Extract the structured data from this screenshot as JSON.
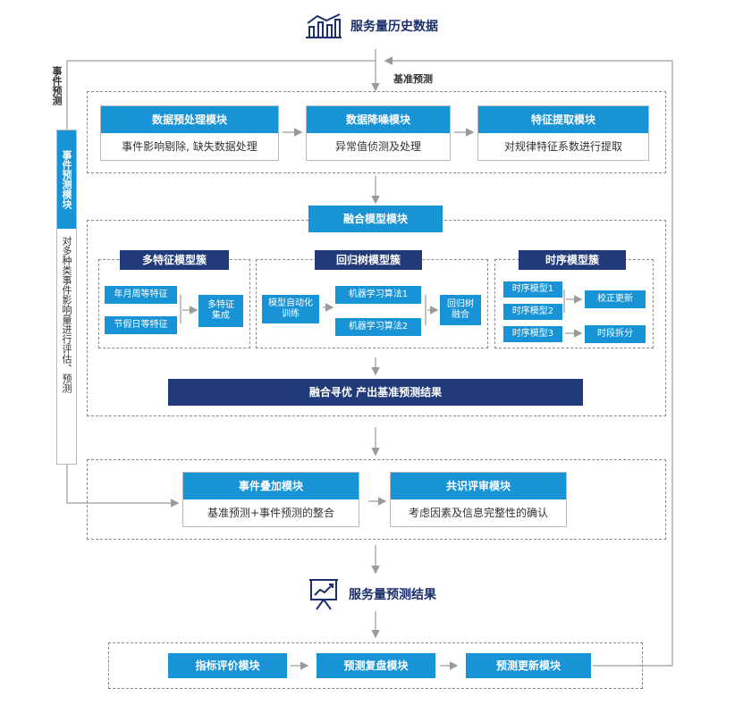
{
  "header": {
    "icon": "bar-chart-trend-icon",
    "title": "服务量历史数据"
  },
  "baseline_label": "基准预测",
  "event_prediction_label": "事件预测",
  "event_module": {
    "title": "事件预测模块",
    "description": "对多种类事件影响量进行评估、预测"
  },
  "preprocess": {
    "modules": [
      {
        "title": "数据预处理模块",
        "desc": "事件影响剔除, 缺失数据处理"
      },
      {
        "title": "数据降噪模块",
        "desc": "异常值侦测及处理"
      },
      {
        "title": "特征提取模块",
        "desc": "对规律特征系数进行提取"
      }
    ]
  },
  "fusion": {
    "title": "融合模型模块",
    "clusters": {
      "multi": {
        "title": "多特征模型簇",
        "items": [
          "年月周等特征",
          "节假日等特征"
        ],
        "output": "多特征\n集成"
      },
      "tree": {
        "title": "回归树模型簇",
        "input": "模型自动化\n训练",
        "items": [
          "机器学习算法1",
          "机器学习算法2"
        ],
        "output": "回归树\n融合"
      },
      "time": {
        "title": "时序模型簇",
        "items": [
          "时序模型1",
          "时序模型2",
          "时序模型3"
        ],
        "outputs": [
          "校正更新",
          "时段拆分"
        ]
      }
    },
    "optimize": "融合寻优  产出基准预测结果"
  },
  "overlay": {
    "modules": [
      {
        "title": "事件叠加模块",
        "desc": "基准预测+事件预测的整合"
      },
      {
        "title": "共识评审模块",
        "desc": "考虑因素及信息完整性的确认"
      }
    ]
  },
  "result": {
    "icon": "presentation-chart-icon",
    "title": "服务量预测结果"
  },
  "bottom": {
    "modules": [
      "指标评价模块",
      "预测复盘模块",
      "预测更新模块"
    ]
  },
  "colors": {
    "blue": "#1793d6",
    "navy": "#203a7a",
    "line": "#9a9a9a",
    "dashed": "#8c8c8c"
  }
}
